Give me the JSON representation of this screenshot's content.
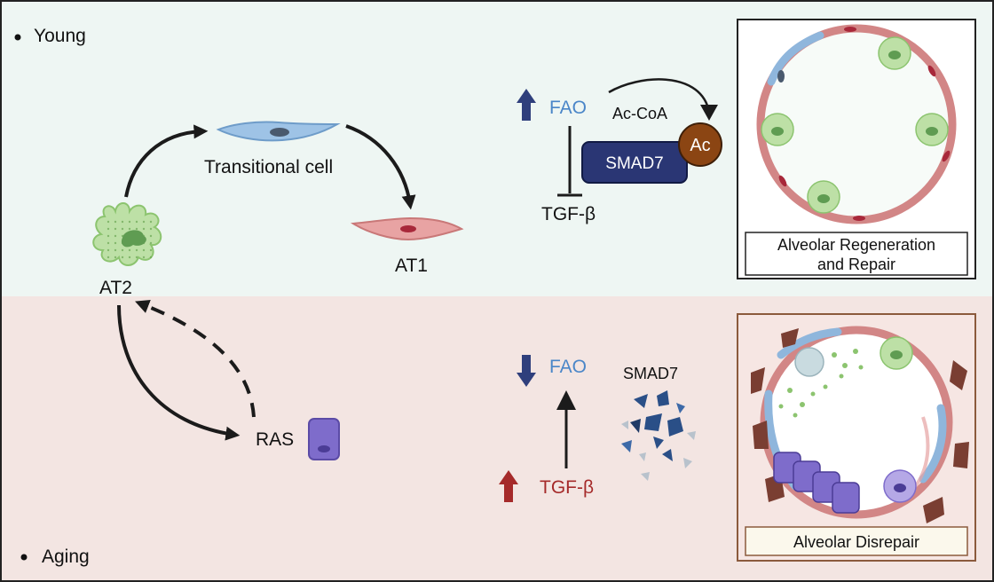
{
  "panels": {
    "young": {
      "bullet_label": "Young",
      "bg": "#eef6f3"
    },
    "aging": {
      "bullet_label": "Aging",
      "bg": "#f3e5e2"
    }
  },
  "cells": {
    "at2": "AT2",
    "transitional": "Transitional cell",
    "at1": "AT1",
    "ras": "RAS"
  },
  "young_pathway": {
    "fao": "FAO",
    "fao_direction": "up",
    "acetyl_coa": "Ac-CoA",
    "smad7": "SMAD7",
    "acetyl_tag": "Ac",
    "tgf_beta": "TGF-β",
    "outcome": "Alveolar Regeneration and Repair",
    "outcome_line1": "Alveolar Regeneration",
    "outcome_line2": "and Repair"
  },
  "aging_pathway": {
    "fao": "FAO",
    "fao_direction": "down",
    "smad7": "SMAD7",
    "tgf_beta": "TGF-β",
    "tgf_direction": "up",
    "outcome": "Alveolar Disrepair"
  },
  "colors": {
    "fao_blue": "#4a86c8",
    "tgf_red": "#a52a2a",
    "smad7_fill": "#263573",
    "acetyl_fill": "#8b4513",
    "up_arrow_young": "#2f3f7c",
    "down_arrow_aging": "#2f3f7c",
    "up_arrow_aging": "#a52a2a",
    "at2_green": "#a6d38f",
    "transitional_blue": "#8fb6dc",
    "at1_pink": "#e59a9a",
    "ras_purple": "#7b6ac6"
  }
}
